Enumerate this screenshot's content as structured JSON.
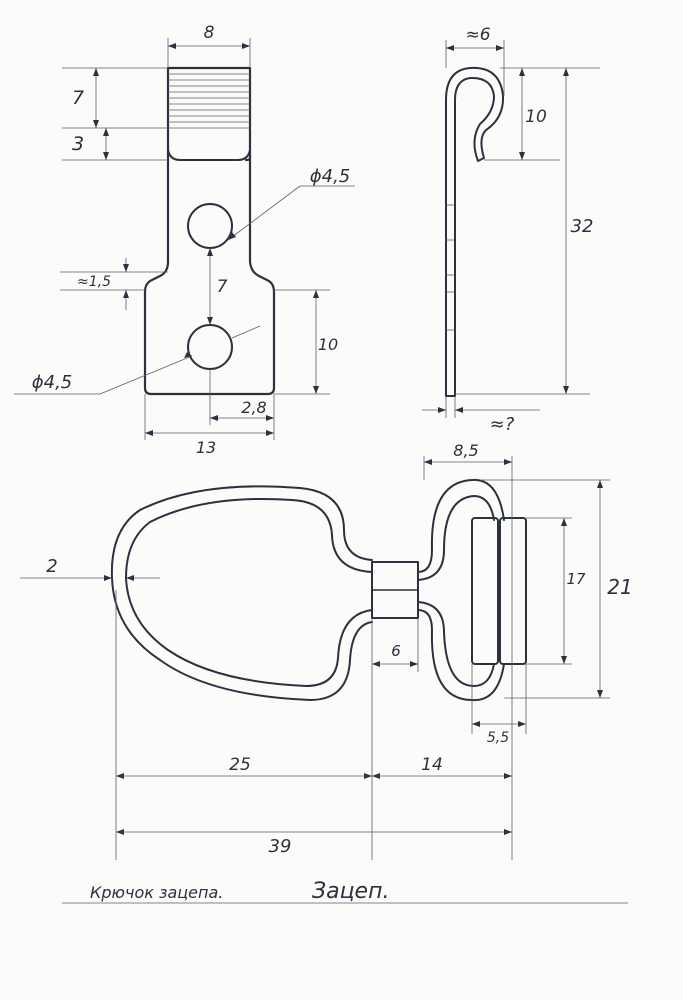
{
  "drawing": {
    "title_left": "Крючок зацепа.",
    "title_right": "Зацеп.",
    "dimensions": {
      "plate_width_top": "8",
      "top_band_height": "7",
      "top_notch_height": "3",
      "hole_diameter_upper": "ϕ4,5",
      "hole_spacing": "7",
      "step_offset": "≈1,5",
      "lower_height": "10",
      "hole_diameter_lower": "ϕ4,5",
      "hole_edge_distance": "2,8",
      "plate_width_bottom": "13",
      "hook_width": "≈6",
      "hook_height": "10",
      "hook_total_height": "32",
      "thickness": "≈?",
      "loop_width": "8,5",
      "wire_thickness": "2",
      "bar_length": "6",
      "roller_height": "17",
      "loop_height": "21",
      "roller_width": "5,5",
      "ring_length": "25",
      "loop_length": "14",
      "overall_length": "39"
    }
  }
}
